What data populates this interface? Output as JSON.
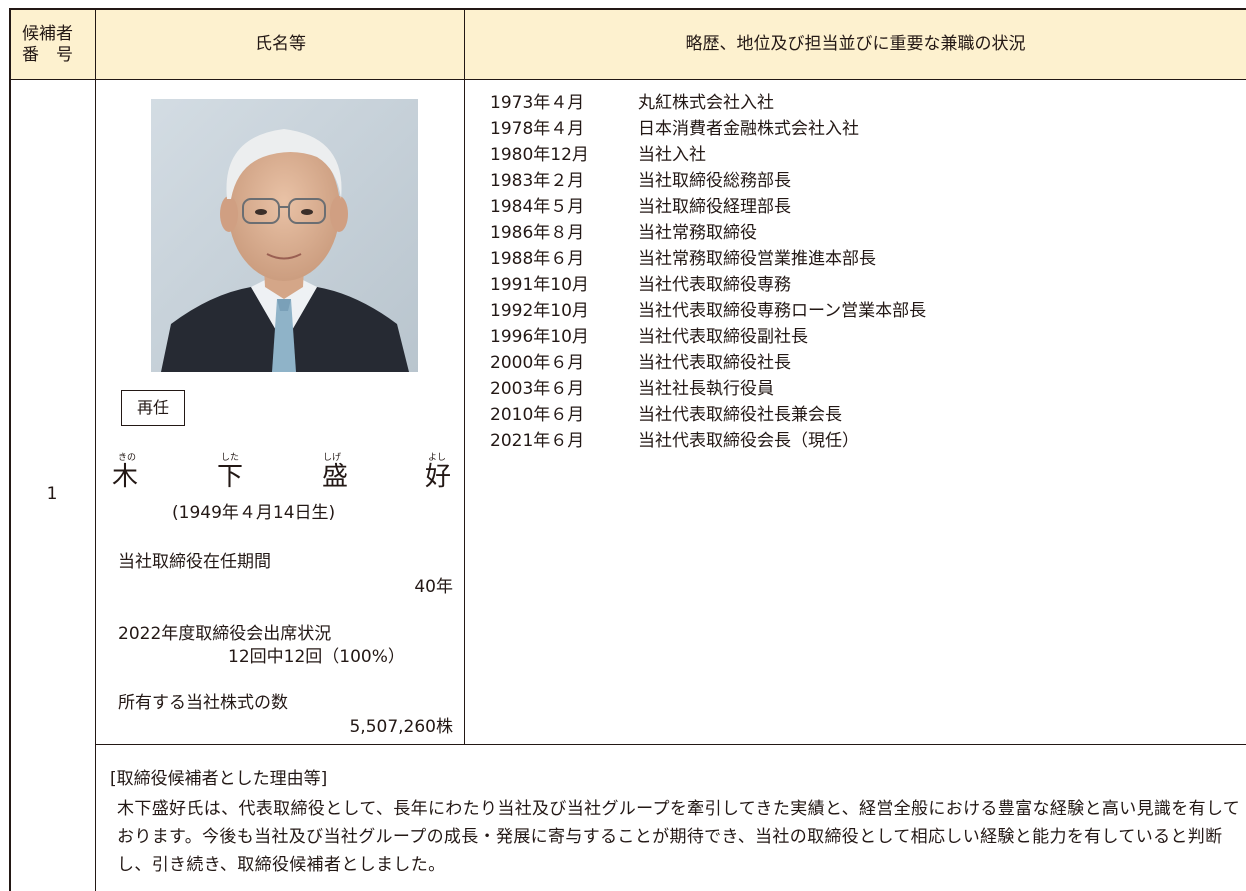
{
  "table": {
    "header": {
      "col_no": "候補者番　号",
      "col_no_line1": "候補者",
      "col_no_line2": "番　号",
      "col_name": "氏名等",
      "col_career": "略歴、地位及び担当並びに重要な兼職の状況"
    },
    "candidate": {
      "number": "1",
      "status": "再任",
      "name_ruby": [
        "きの",
        "した",
        "しげ",
        "よし"
      ],
      "name_kanji": [
        "木",
        "下",
        "盛",
        "好"
      ],
      "birth": "(1949年４月14日生)",
      "tenure_label": "当社取締役在任期間",
      "tenure_value": "40年",
      "attendance_label": "2022年度取締役会出席状況",
      "attendance_value": "12回中12回（100%）",
      "shares_label": "所有する当社株式の数",
      "shares_value": "5,507,260株"
    },
    "career": [
      {
        "date": "1973年４月",
        "desc": "丸紅株式会社入社"
      },
      {
        "date": "1978年４月",
        "desc": "日本消費者金融株式会社入社"
      },
      {
        "date": "1980年12月",
        "desc": "当社入社"
      },
      {
        "date": "1983年２月",
        "desc": "当社取締役総務部長"
      },
      {
        "date": "1984年５月",
        "desc": "当社取締役経理部長"
      },
      {
        "date": "1986年８月",
        "desc": "当社常務取締役"
      },
      {
        "date": "1988年６月",
        "desc": "当社常務取締役営業推進本部長"
      },
      {
        "date": "1991年10月",
        "desc": "当社代表取締役専務"
      },
      {
        "date": "1992年10月",
        "desc": "当社代表取締役専務ローン営業本部長"
      },
      {
        "date": "1996年10月",
        "desc": "当社代表取締役副社長"
      },
      {
        "date": "2000年６月",
        "desc": "当社代表取締役社長"
      },
      {
        "date": "2003年６月",
        "desc": "当社社長執行役員"
      },
      {
        "date": "2010年６月",
        "desc": "当社代表取締役社長兼会長"
      },
      {
        "date": "2021年６月",
        "desc": "当社代表取締役会長（現任）"
      }
    ],
    "reason": {
      "title": "[取締役候補者とした理由等]",
      "body": "木下盛好氏は、代表取締役として、長年にわたり当社及び当社グループを牽引してきた実績と、経営全般における豊富な経験と高い見識を有しております。今後も当社及び当社グループの成長・発展に寄与することが期待でき、当社の取締役として相応しい経験と能力を有していると判断し、引き続き、取締役候補者としました。"
    }
  },
  "colors": {
    "header_bg": "#fdf1cf",
    "border": "#231815",
    "photo_bg": "#c9d4dc"
  }
}
